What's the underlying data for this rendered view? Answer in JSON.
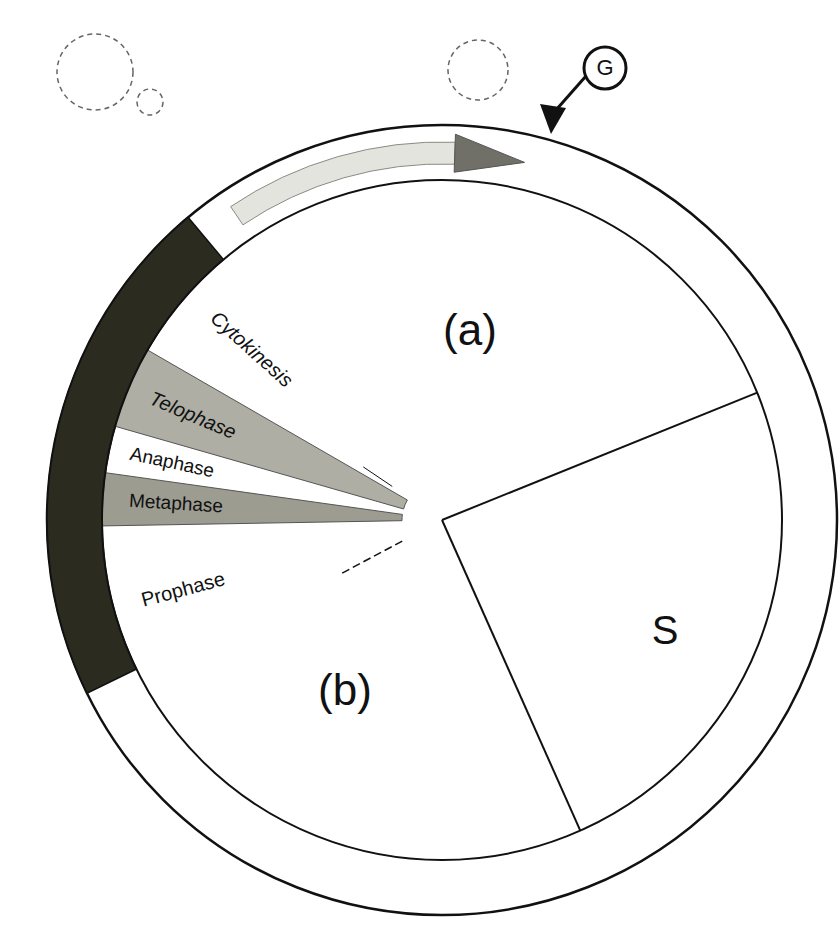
{
  "diagram": {
    "labels": [
      "(a)",
      "S",
      "(b)",
      "Prophase",
      "Metaphase",
      "Anaphase",
      "Telophase",
      "Cytokinesis",
      "G"
    ]
  }
}
